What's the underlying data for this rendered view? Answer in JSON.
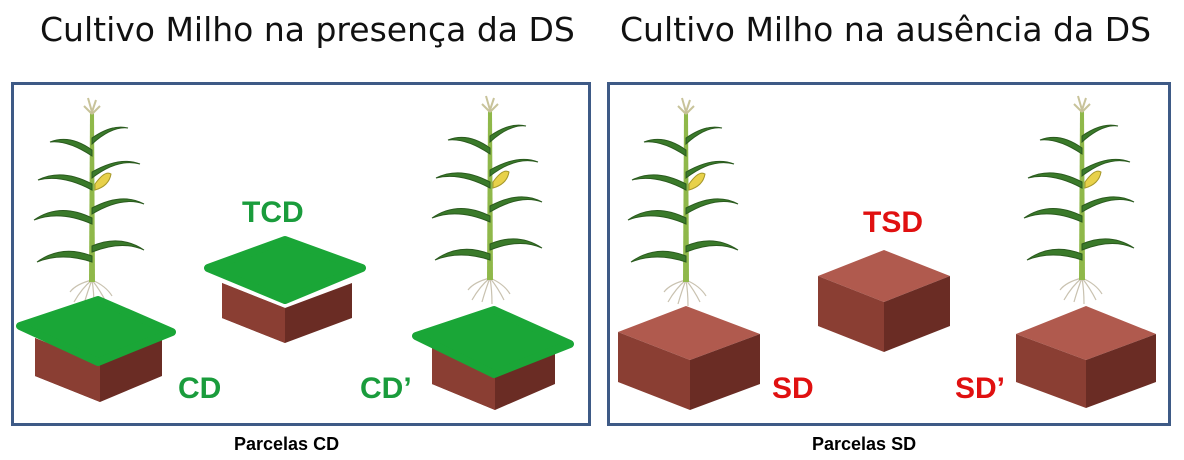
{
  "titles": {
    "left": "Cultivo Milho na presença da DS",
    "right": "Cultivo Milho na ausência da DS"
  },
  "labels": {
    "tcd": "TCD",
    "cd": "CD",
    "cd_prime": "CD’",
    "tsd": "TSD",
    "sd": "SD",
    "sd_prime": "SD’"
  },
  "captions": {
    "left": "Parcelas CD",
    "right": "Parcelas SD"
  },
  "colors": {
    "cd_label": "#1a9c3c",
    "sd_label": "#e01010",
    "grass": "#1aa637",
    "soil_top": "#b05a4e",
    "soil_side": "#8a3e33",
    "soil_dark": "#6a2c24",
    "panel_border": "#3e5a86"
  }
}
